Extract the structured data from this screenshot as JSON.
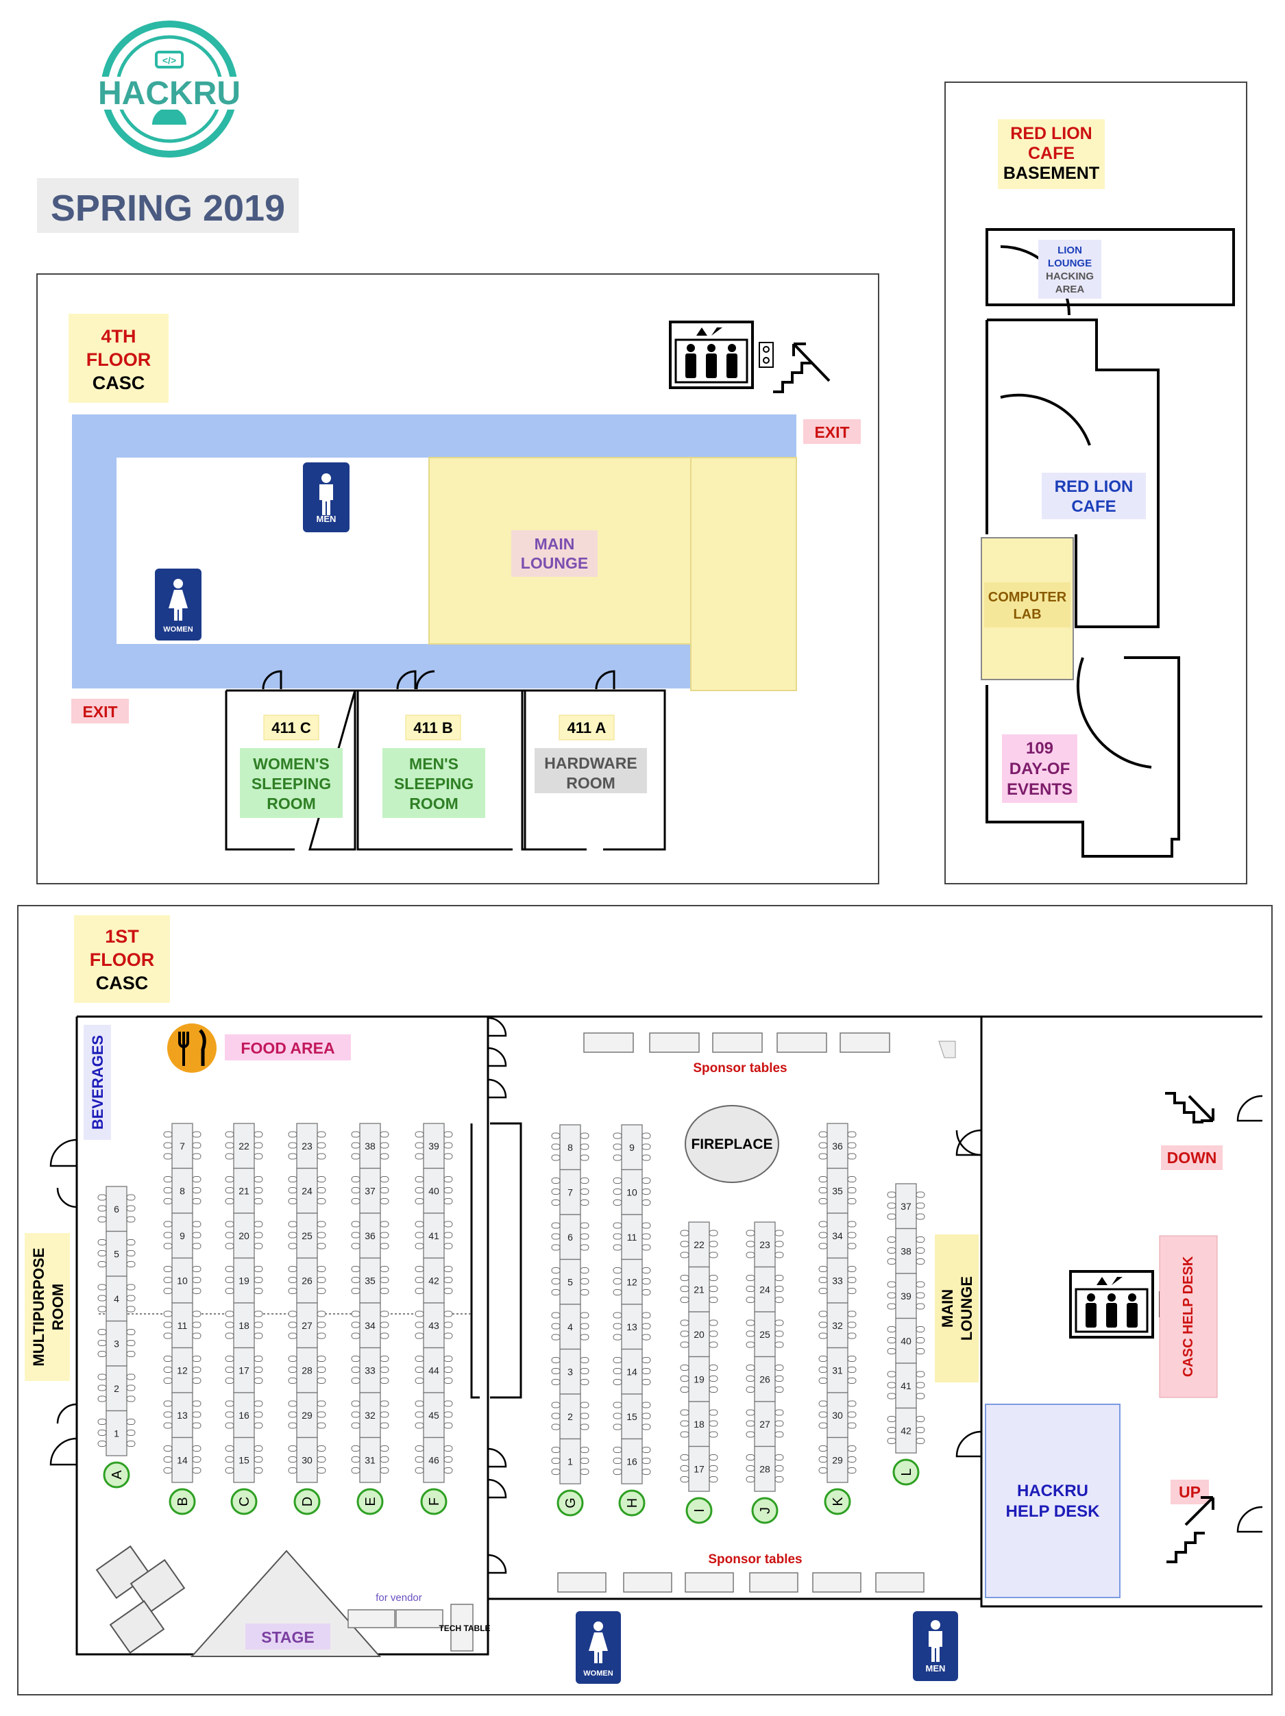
{
  "logo": {
    "name": "HACKRU",
    "season": "SPRING 2019"
  },
  "colors": {
    "teal": "#2bb8a4",
    "red": "#cc1111",
    "label_yellow": "#fdf6c3",
    "corridor_blue": "#a9c4f2",
    "lounge_yellow": "#faf1b4",
    "sleep_green": "#c4f2c4",
    "sleep_text": "#2f7f25",
    "hardware_gray": "#dcdcdc",
    "exit_pink": "#fbd0d6",
    "purple_bg": "#e8e8fb",
    "lion_blue_text": "#1c3fb8",
    "computer_text": "#8a5a00",
    "events_pink": "#fbd0ec",
    "events_text": "#7c1c6a",
    "table_green": "#2ea023",
    "food_orange": "#f1a21c",
    "food_text": "#c2185b",
    "stage_purple": "#7a3fa0",
    "restroom_blue": "#1c3a8a",
    "help_blue": "#1c1cb8"
  },
  "fourth_floor": {
    "title": [
      "4TH",
      "FLOOR",
      "CASC"
    ],
    "exit_1": "EXIT",
    "exit_2": "EXIT",
    "main_lounge": [
      "MAIN",
      "LOUNGE"
    ],
    "men": "MEN",
    "women": "WOMEN",
    "rooms": [
      {
        "num": "411 C",
        "name": [
          "WOMEN'S",
          "SLEEPING",
          "ROOM"
        ]
      },
      {
        "num": "411 B",
        "name": [
          "MEN'S",
          "SLEEPING",
          "ROOM"
        ]
      },
      {
        "num": "411 A",
        "name": [
          "HARDWARE",
          "ROOM"
        ]
      }
    ]
  },
  "basement": {
    "title": [
      "RED LION",
      "CAFE",
      "BASEMENT"
    ],
    "lion_lounge": [
      "LION",
      "LOUNGE",
      "HACKING",
      "AREA"
    ],
    "red_lion_cafe": [
      "RED LION",
      "CAFE"
    ],
    "computer_lab": [
      "COMPUTER",
      "LAB"
    ],
    "events": [
      "109",
      "DAY-OF",
      "EVENTS"
    ]
  },
  "first_floor": {
    "title": [
      "1ST",
      "FLOOR",
      "CASC"
    ],
    "beverages": "BEVERAGES",
    "food_area": "FOOD AREA",
    "multipurpose": [
      "MULTIPURPOSE",
      "ROOM"
    ],
    "fireplace": "FIREPLACE",
    "sponsor_top": "Sponsor tables",
    "sponsor_bottom": "Sponsor tables",
    "main_lounge": [
      "MAIN",
      "LOUNGE"
    ],
    "down": "DOWN",
    "up": "UP",
    "casc_help": "CASC HELP DESK",
    "hackru_help": [
      "HACKRU",
      "HELP DESK"
    ],
    "stage": "STAGE",
    "for_vendor": "for vendor",
    "tech_table": "TECH TABLE",
    "women": "WOMEN",
    "men": "MEN",
    "table_groups": [
      {
        "letter": "A",
        "numbers": [
          6,
          5,
          4,
          3,
          2,
          1
        ]
      },
      {
        "letter": "B",
        "numbers": [
          7,
          8,
          9,
          10,
          11,
          12,
          13,
          14
        ]
      },
      {
        "letter": "C",
        "numbers": [
          22,
          21,
          20,
          19,
          18,
          17,
          16,
          15
        ]
      },
      {
        "letter": "D",
        "numbers": [
          23,
          24,
          25,
          26,
          27,
          28,
          29,
          30
        ]
      },
      {
        "letter": "E",
        "numbers": [
          38,
          37,
          36,
          35,
          34,
          33,
          32,
          31
        ]
      },
      {
        "letter": "F",
        "numbers": [
          39,
          40,
          41,
          42,
          43,
          44,
          45,
          46
        ]
      },
      {
        "letter": "G",
        "numbers": [
          8,
          7,
          6,
          5,
          4,
          3,
          2,
          1
        ]
      },
      {
        "letter": "H",
        "numbers": [
          9,
          10,
          11,
          12,
          13,
          14,
          15,
          16
        ]
      },
      {
        "letter": "I",
        "numbers": [
          22,
          21,
          20,
          19,
          18,
          17
        ]
      },
      {
        "letter": "J",
        "numbers": [
          23,
          24,
          25,
          26,
          27,
          28
        ]
      },
      {
        "letter": "K",
        "numbers": [
          36,
          35,
          34,
          33,
          32,
          31,
          30,
          29
        ]
      },
      {
        "letter": "L",
        "numbers": [
          37,
          38,
          39,
          40,
          41,
          42
        ]
      }
    ]
  }
}
